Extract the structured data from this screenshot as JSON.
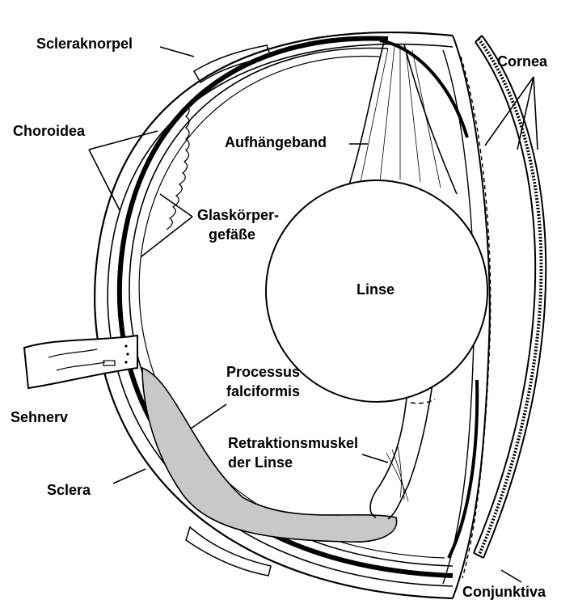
{
  "colors": {
    "line": "#000000",
    "background": "#ffffff",
    "lens_fill": "#ffffff",
    "falciform_fill": "#c8c8c8"
  },
  "labels": {
    "scleraknorpel": "Scleraknorpel",
    "cornea": "Cornea",
    "choroidea": "Choroidea",
    "aufhaengeband": "Aufhängeband",
    "glaskoerper_line1": "Glaskörper-",
    "glaskoerper_line2": "gefäße",
    "linse": "Linse",
    "processus_line1": "Processus",
    "processus_line2": "falciformis",
    "sehnerv": "Sehnerv",
    "retraktion_line1": "Retraktionsmuskel",
    "retraktion_line2": "der Linse",
    "sclera": "Sclera",
    "conjunktiva": "Conjunktiva"
  }
}
